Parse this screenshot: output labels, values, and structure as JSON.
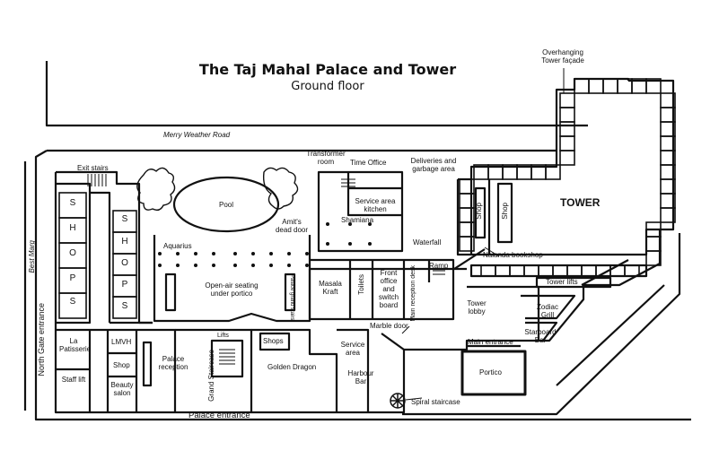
{
  "title": "The Taj Mahal Palace and Tower",
  "subtitle": "Ground floor",
  "roads": {
    "merry_weather": "Merry Weather Road",
    "best_marg": "Best Marg"
  },
  "entrances": {
    "north_gate": "North Gate entrance",
    "palace": "Palace entrance",
    "main": "Main entrance"
  },
  "areas": {
    "exit_stairs": "Exit stairs",
    "shops": "SHOPS",
    "shops_letters": [
      "S",
      "H",
      "O",
      "P",
      "S"
    ],
    "pool": "Pool",
    "aquarius": "Aquarius",
    "amits_dead_door": "Amit's dead door",
    "transformer_room": "Transformer room",
    "time_office": "Time Office",
    "service_area_kitchen": "Service area kitchen",
    "shamiana": "Shamiana",
    "deliveries": "Deliveries and garbage area",
    "waterfall": "Waterfall",
    "open_air": "Open-air seating under portico",
    "palace_grand_stairs": "Palace grand stairs",
    "masala_kraft": "Masala Kraft",
    "toilets": "Toilets",
    "front_office": "Front office and switch board",
    "main_reception": "Main reception desk",
    "ramp": "Ramp",
    "nalanda": "Nalanda bookshop",
    "tower": "TOWER",
    "tower_shop_1": "Shop",
    "tower_shop_2": "Shop",
    "overhanging": "Overhanging Tower façade",
    "tower_lifts": "Tower lifts",
    "tower_lobby": "Tower lobby",
    "zodiac_grill": "Zodiac Grill",
    "starboard_bar": "Starboard Bar",
    "portico": "Portico",
    "marble_door": "Marble door",
    "la_patisserie": "La Patisserie",
    "staff_lift": "Staff lift",
    "lmvh": "LMVH",
    "shop": "Shop",
    "beauty_salon": "Beauty salon",
    "palace_reception": "Palace reception",
    "lifts": "Lifts",
    "grand_staircase": "Grand Staircase",
    "shops_small": "Shops",
    "golden_dragon": "Golden Dragon",
    "service_area": "Service area",
    "harbour_bar": "Harbour Bar",
    "spiral_staircase": "Spiral staircase"
  }
}
